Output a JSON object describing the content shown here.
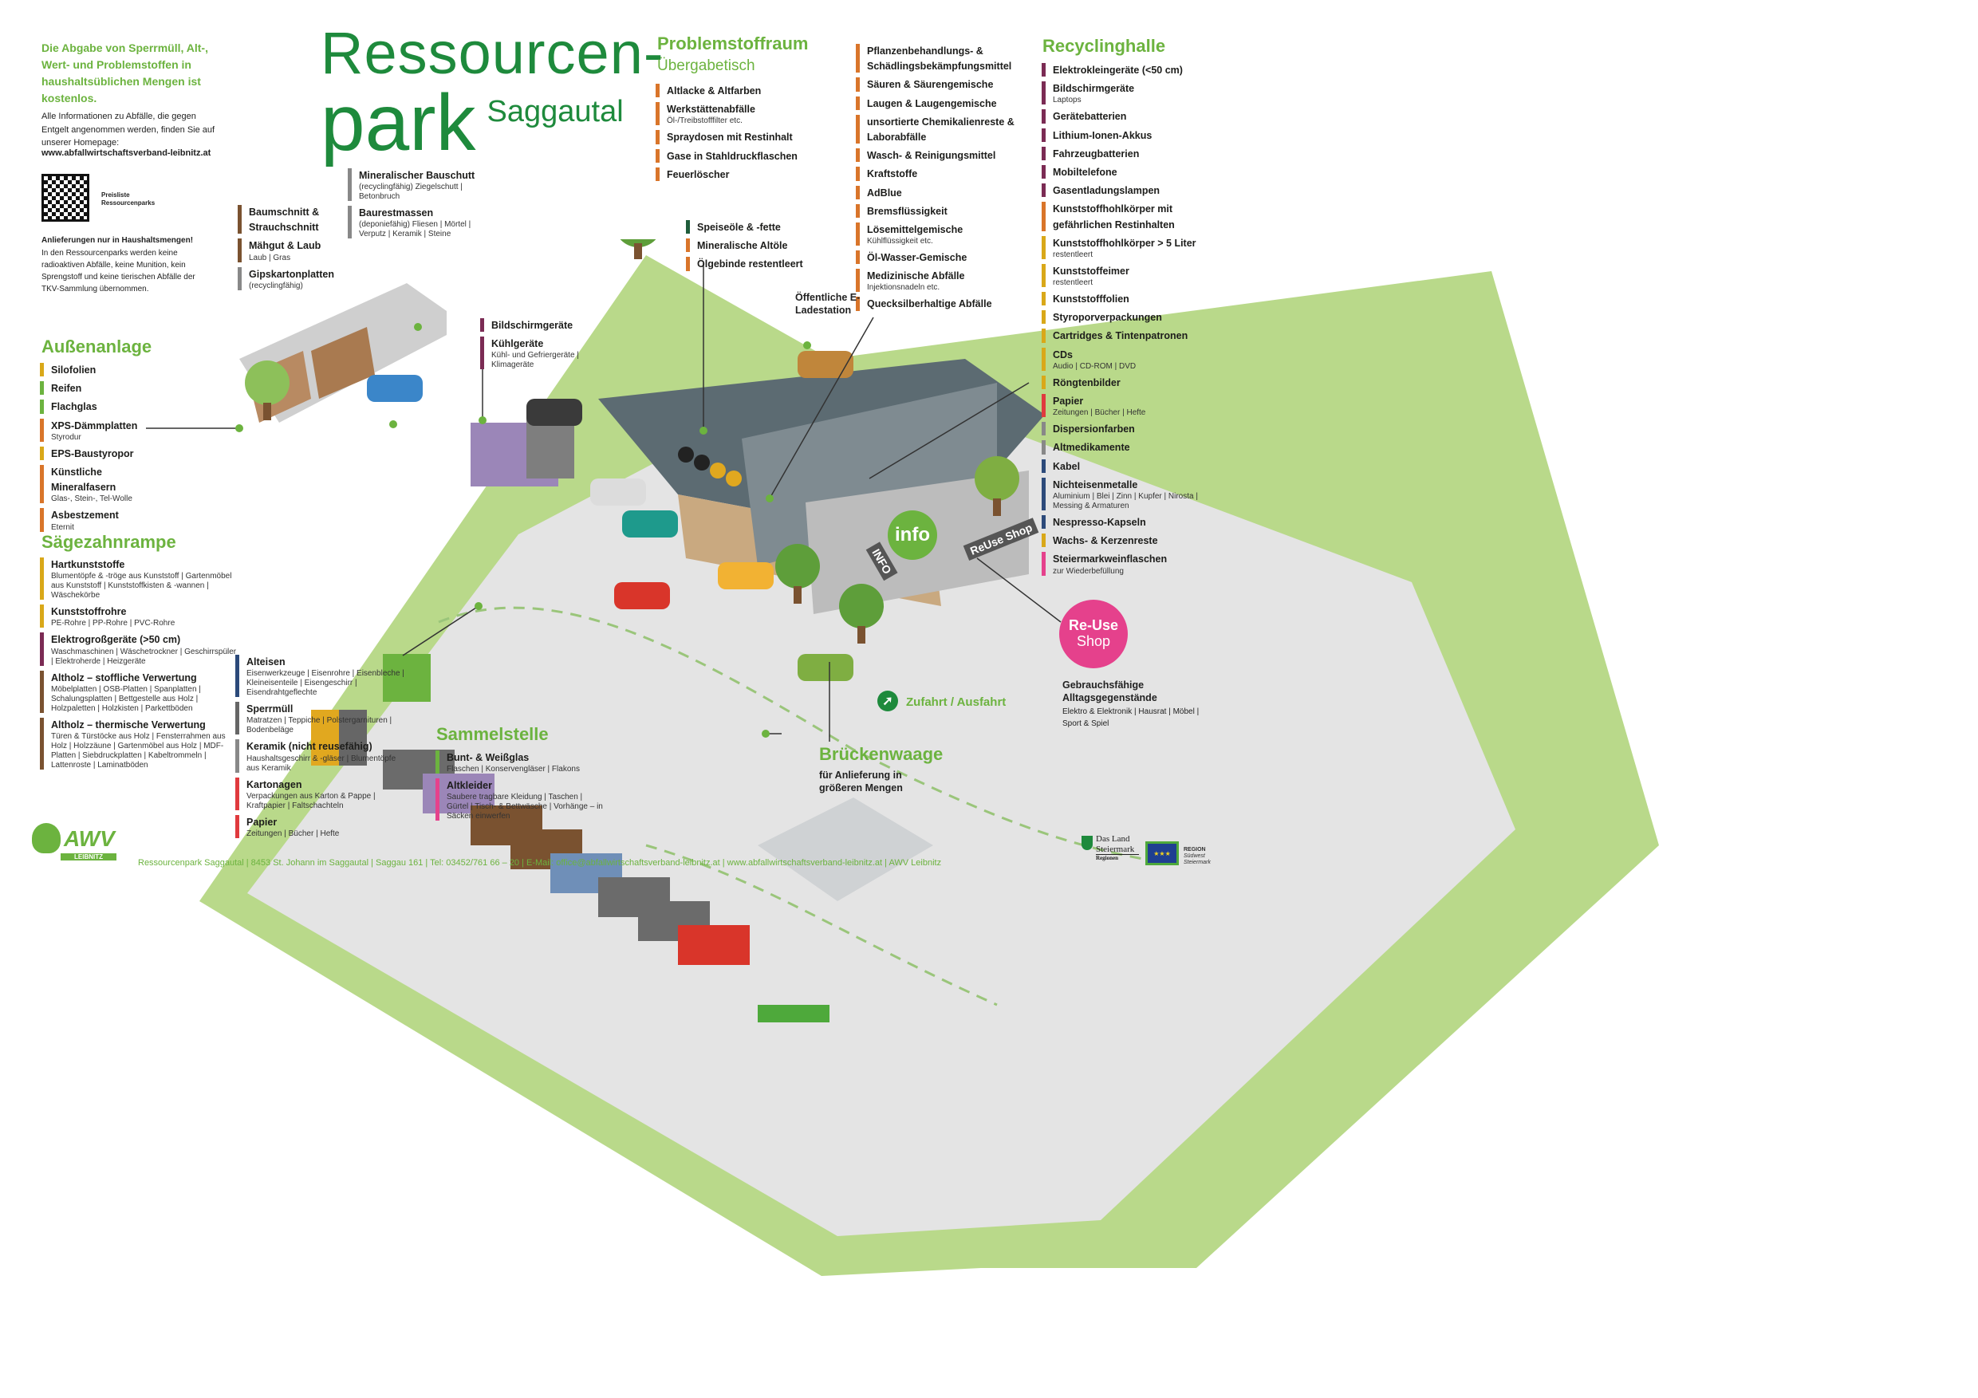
{
  "title": {
    "line1": "Ressourcen-",
    "line2": "park",
    "line3": "Saggautal"
  },
  "intro": {
    "headline": "Die Abgabe von Sperrmüll, Alt-, Wert- und Problemstoffen in haushaltsüblichen Mengen ist kostenlos.",
    "text": "Alle Informationen zu Abfälle, die gegen Entgelt angenommen werden, finden Sie auf unserer Homepage:",
    "url": "www.abfallwirtschaftsverband-leibnitz.at",
    "qr_label": "Preisliste Ressourcenparks",
    "notice_title": "Anlieferungen nur in Haushaltsmengen!",
    "notice_text": "In den Ressourcenparks werden keine radioaktiven Abfälle, keine Munition, kein Sprengstoff und keine tierischen Abfälle der TKV-Sammlung übernommen."
  },
  "aussenanlage": {
    "heading": "Außenanlage",
    "items": [
      {
        "name": "Silofolien",
        "sub": "",
        "color": "#d9a819"
      },
      {
        "name": "Reifen",
        "sub": "",
        "color": "#6cb33f"
      },
      {
        "name": "Flachglas",
        "sub": "",
        "color": "#6cb33f"
      },
      {
        "name": "XPS-Dämmplatten",
        "sub": "Styrodur",
        "color": "#d9752a"
      },
      {
        "name": "EPS-Baustyropor",
        "sub": "",
        "color": "#d9a819"
      },
      {
        "name": "Künstliche Mineralfasern",
        "sub": "Glas-, Stein-, Tel-Wolle",
        "color": "#d9752a"
      },
      {
        "name": "Asbestzement",
        "sub": "Eternit",
        "color": "#d9752a"
      }
    ]
  },
  "saegezahnrampe": {
    "heading": "Sägezahnrampe",
    "items": [
      {
        "name": "Hartkunststoffe",
        "sub": "Blumentöpfe & -tröge aus Kunststoff | Gartenmöbel aus Kunststoff | Kunststoffkisten & -wannen | Wäschekörbe",
        "color": "#d9a819"
      },
      {
        "name": "Kunststoffrohre",
        "sub": "PE-Rohre | PP-Rohre | PVC-Rohre",
        "color": "#d9a819"
      },
      {
        "name": "Elektrogroßgeräte (>50 cm)",
        "sub": "Waschmaschinen | Wäschetrockner | Geschirrspüler | Elektroherde | Heizgeräte",
        "color": "#7b2b54"
      },
      {
        "name": "Altholz – stoffliche Verwertung",
        "sub": "Möbelplatten | OSB-Platten | Spanplatten | Schalungsplatten | Bettgestelle aus Holz | Holzpaletten | Holzkisten | Parkettböden",
        "color": "#7a5230"
      },
      {
        "name": "Altholz – thermische Verwertung",
        "sub": "Türen & Türstöcke aus Holz | Fensterrahmen aus Holz | Holzzäune | Gartenmöbel aus Holz | MDF-Platten | Siebdruckplatten | Kabeltrommeln | Lattenroste | Laminatböden",
        "color": "#7a5230"
      }
    ]
  },
  "bauschutt": {
    "items": [
      {
        "name": "Mineralischer Bauschutt",
        "sub": "(recyclingfähig) Ziegelschutt | Betonbruch",
        "color": "#888888"
      },
      {
        "name": "Baurestmassen",
        "sub": "(deponiefähig) Fliesen | Mörtel | Verputz | Keramik | Steine",
        "color": "#888888"
      }
    ]
  },
  "baumschnitt": {
    "items": [
      {
        "name": "Baumschnitt & Strauchschnitt",
        "sub": "",
        "color": "#7a5230"
      },
      {
        "name": "Mähgut & Laub",
        "sub": "Laub | Gras",
        "color": "#7a5230"
      },
      {
        "name": "Gipskartonplatten",
        "sub": "(recyclingfähig)",
        "color": "#888888"
      }
    ]
  },
  "bildschirm": {
    "items": [
      {
        "name": "Bildschirmgeräte",
        "sub": "",
        "color": "#7b2b54"
      },
      {
        "name": "Kühlgeräte",
        "sub": "Kühl- und Gefriergeräte | Klimageräte",
        "color": "#7b2b54"
      }
    ]
  },
  "problemstoffraum": {
    "heading": "Problemstoffraum",
    "subheading": "Übergabetisch",
    "items": [
      {
        "name": "Altlacke & Altfarben",
        "sub": "",
        "color": "#d9752a"
      },
      {
        "name": "Werkstättenabfälle",
        "sub": "Öl-/Treibstofffilter etc.",
        "color": "#d9752a"
      },
      {
        "name": "Spraydosen mit Restinhalt",
        "sub": "",
        "color": "#d9752a"
      },
      {
        "name": "Gase in Stahldruckflaschen",
        "sub": "",
        "color": "#d9752a"
      },
      {
        "name": "Feuerlöscher",
        "sub": "",
        "color": "#d9752a"
      }
    ],
    "items2": [
      {
        "name": "Pflanzenbehandlungs- & Schädlingsbekämpfungsmittel",
        "sub": "",
        "color": "#d9752a"
      },
      {
        "name": "Säuren & Säurengemische",
        "sub": "",
        "color": "#d9752a"
      },
      {
        "name": "Laugen & Laugengemische",
        "sub": "",
        "color": "#d9752a"
      },
      {
        "name": "unsortierte Chemikalienreste & Laborabfälle",
        "sub": "",
        "color": "#d9752a"
      },
      {
        "name": "Wasch- & Reinigungsmittel",
        "sub": "",
        "color": "#d9752a"
      },
      {
        "name": "Kraftstoffe",
        "sub": "",
        "color": "#d9752a"
      },
      {
        "name": "AdBlue",
        "sub": "",
        "color": "#d9752a"
      },
      {
        "name": "Bremsflüssigkeit",
        "sub": "",
        "color": "#d9752a"
      },
      {
        "name": "Lösemittelgemische",
        "sub": "Kühlflüssigkeit etc.",
        "color": "#d9752a"
      },
      {
        "name": "Öl-Wasser-Gemische",
        "sub": "",
        "color": "#d9752a"
      },
      {
        "name": "Medizinische Abfälle",
        "sub": "Injektionsnadeln etc.",
        "color": "#d9752a"
      },
      {
        "name": "Quecksilberhaltige Abfälle",
        "sub": "",
        "color": "#d9752a"
      }
    ]
  },
  "oele": {
    "items": [
      {
        "name": "Speiseöle & -fette",
        "sub": "",
        "color": "#1e5c3a"
      },
      {
        "name": "Mineralische Altöle",
        "sub": "",
        "color": "#d9752a"
      },
      {
        "name": "Ölgebinde restentleert",
        "sub": "",
        "color": "#d9752a"
      }
    ]
  },
  "eladestation": "Öffentliche E-Ladestation",
  "recyclinghalle": {
    "heading": "Recyclinghalle",
    "items": [
      {
        "name": "Elektrokleingeräte (<50 cm)",
        "sub": "",
        "color": "#7b2b54"
      },
      {
        "name": "Bildschirmgeräte",
        "sub": "Laptops",
        "color": "#7b2b54"
      },
      {
        "name": "Gerätebatterien",
        "sub": "",
        "color": "#7b2b54"
      },
      {
        "name": "Lithium-Ionen-Akkus",
        "sub": "",
        "color": "#7b2b54"
      },
      {
        "name": "Fahrzeugbatterien",
        "sub": "",
        "color": "#7b2b54"
      },
      {
        "name": "Mobiltelefone",
        "sub": "",
        "color": "#7b2b54"
      },
      {
        "name": "Gasentladungslampen",
        "sub": "",
        "color": "#7b2b54"
      },
      {
        "name": "Kunststoffhohlkörper mit gefährlichen Restinhalten",
        "sub": "",
        "color": "#d9752a"
      },
      {
        "name": "Kunststoffhohlkörper > 5 Liter",
        "sub": "restentleert",
        "color": "#d9a819"
      },
      {
        "name": "Kunststoffeimer",
        "sub": "restentleert",
        "color": "#d9a819"
      },
      {
        "name": "Kunststofffolien",
        "sub": "",
        "color": "#d9a819"
      },
      {
        "name": "Styroporverpackungen",
        "sub": "",
        "color": "#d9a819"
      },
      {
        "name": "Cartridges & Tintenpatronen",
        "sub": "",
        "color": "#d9a819"
      },
      {
        "name": "CDs",
        "sub": "Audio | CD-ROM | DVD",
        "color": "#d9a819"
      },
      {
        "name": "Röngtenbilder",
        "sub": "",
        "color": "#d9a819"
      },
      {
        "name": "Papier",
        "sub": "Zeitungen | Bücher | Hefte",
        "color": "#e03a3e"
      },
      {
        "name": "Dispersionfarben",
        "sub": "",
        "color": "#888888"
      },
      {
        "name": "Altmedikamente",
        "sub": "",
        "color": "#888888"
      },
      {
        "name": "Kabel",
        "sub": "",
        "color": "#2c4a7a"
      },
      {
        "name": "Nichteisenmetalle",
        "sub": "Aluminium | Blei | Zinn | Kupfer | Nirosta | Messing & Armaturen",
        "color": "#2c4a7a"
      },
      {
        "name": "Nespresso-Kapseln",
        "sub": "",
        "color": "#2c4a7a"
      },
      {
        "name": "Wachs- & Kerzenreste",
        "sub": "",
        "color": "#d9a819"
      },
      {
        "name": "Steiermarkweinflaschen",
        "sub": "zur Wiederbefüllung",
        "color": "#e5418c"
      }
    ]
  },
  "alteisen": {
    "items": [
      {
        "name": "Alteisen",
        "sub": "Eisenwerkzeuge | Eisenrohre | Eisenbleche | Kleineisenteile | Eisengeschirr | Eisendrahtgeflechte",
        "color": "#2c4a7a"
      },
      {
        "name": "Sperrmüll",
        "sub": "Matratzen | Teppiche | Polstergarnituren | Bodenbeläge",
        "color": "#666666"
      },
      {
        "name": "Keramik (nicht reusefähig)",
        "sub": "Haushaltsgeschirr & -gläser | Blumentöpfe aus Keramik",
        "color": "#888888"
      },
      {
        "name": "Kartonagen",
        "sub": "Verpackungen aus Karton & Pappe | Kraftpapier | Faltschachteln",
        "color": "#e03a3e"
      },
      {
        "name": "Papier",
        "sub": "Zeitungen | Bücher | Hefte",
        "color": "#e03a3e"
      }
    ]
  },
  "sammelstelle": {
    "heading": "Sammelstelle",
    "items": [
      {
        "name": "Bunt- & Weißglas",
        "sub": "Flaschen | Konservengläser | Flakons",
        "color": "#6cb33f"
      },
      {
        "name": "Altkleider",
        "sub": "Saubere tragbare Kleidung | Taschen | Gürtel | Tisch- & Bettwäsche | Vorhänge – in Säcken einwerfen",
        "color": "#e5418c"
      }
    ]
  },
  "brueckenwaage": {
    "heading": "Brückenwaage",
    "text": "für Anlieferung in größeren Mengen"
  },
  "zufahrt": "Zufahrt / Ausfahrt",
  "reuse": {
    "badge1": "Re-Use",
    "badge2": "Shop",
    "title": "Gebrauchsfähige Alltagsgegenstände",
    "sub": "Elektro & Elektronik | Hausrat | Möbel | Sport & Spiel"
  },
  "map_labels": {
    "info": "info",
    "info_sign": "INFO",
    "reuse_sign": "ReUse Shop"
  },
  "footer": {
    "awv": "AWV",
    "awv_sub": "LEIBNITZ",
    "text": "Ressourcenpark Saggautal | 8453 St. Johann im Saggautal | Saggau 161 | Tel: 03452/761 66 – 20 | E-Mail: office@abfallwirtschaftsverband-leibnitz.at | www.abfallwirtschaftsverband-leibnitz.at | AWV Leibnitz",
    "land1": "Das Land",
    "land2": "Steiermark",
    "land3": "Regionen",
    "region1": "REGION",
    "region2": "Südwest",
    "region3": "Steiermark"
  },
  "colors": {
    "green": "#6cb33f",
    "darkgreen": "#1e8a3c",
    "pink": "#e5418c",
    "lawn": "#b9d98a",
    "ground": "#e4e4e4"
  }
}
